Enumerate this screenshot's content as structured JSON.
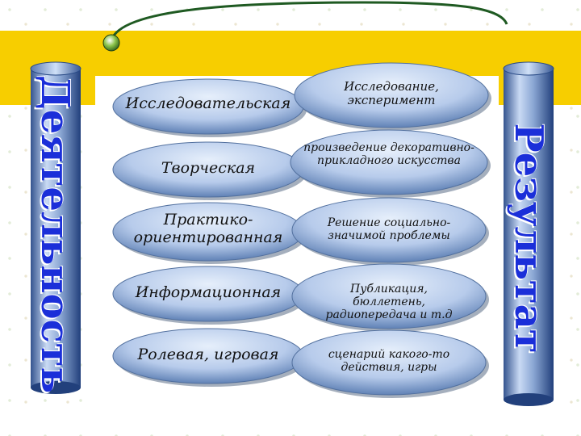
{
  "left_pillar": {
    "label": "Деятельность"
  },
  "right_pillar": {
    "label": "Результат"
  },
  "rows": [
    {
      "activity": "Исследовательская",
      "result": "Исследование, эксперимент"
    },
    {
      "activity": "Творческая",
      "result": "произведение декоративно-прикладного искусства"
    },
    {
      "activity": "Практико-ориентированная",
      "result": "Решение социально-значимой проблемы"
    },
    {
      "activity": "Информационная",
      "result": "Публикация, бюллетень, радиопередача и т.д"
    },
    {
      "activity": "Ролевая, игровая",
      "result": "сценарий какого-то действия, игры"
    }
  ],
  "colors": {
    "band": "#f7ce00",
    "oval_light": "#e6effb",
    "oval_dark": "#4a6fa8",
    "pillar_text": "#1b2fd9",
    "curve": "#1f5a22"
  }
}
